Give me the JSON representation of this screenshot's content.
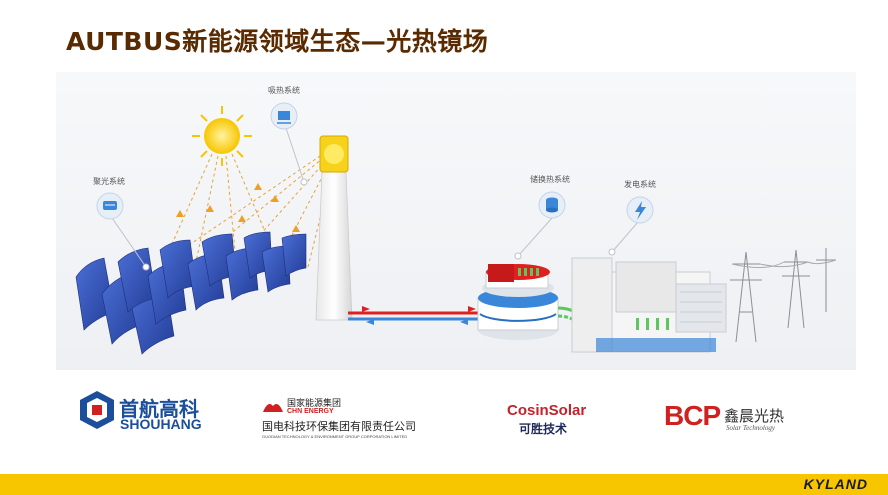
{
  "title": "AUTBUS新能源领域生态—光热镜场",
  "diagram": {
    "labels": {
      "concentration": "聚光系统",
      "absorption": "吸热系统",
      "storage": "储换热系统",
      "generation": "发电系统"
    },
    "colors": {
      "mirror": "#2f4fb8",
      "sun": "#f7c600",
      "hot_pipe": "#e02020",
      "cold_pipe": "#3a86d8"
    }
  },
  "logos": {
    "shouhang": {
      "cn": "首航高科",
      "en": "SHOUHANG"
    },
    "chn_energy": {
      "line1": "国家能源集团",
      "line2": "CHN ENERGY",
      "line3": "国电科技环保集团有限责任公司",
      "line4": "GUODIAN TECHNOLOGY & ENVIRONMENT GROUP CORPORATION LIMITED"
    },
    "cosin": {
      "en": "CosinSolar",
      "cn": "可胜技术"
    },
    "bcp": {
      "mark": "BCP",
      "cn": "鑫晨光热",
      "en": "Solar Technology"
    }
  },
  "footer": {
    "brand": "KYLAND",
    "color": "#f7c600"
  }
}
